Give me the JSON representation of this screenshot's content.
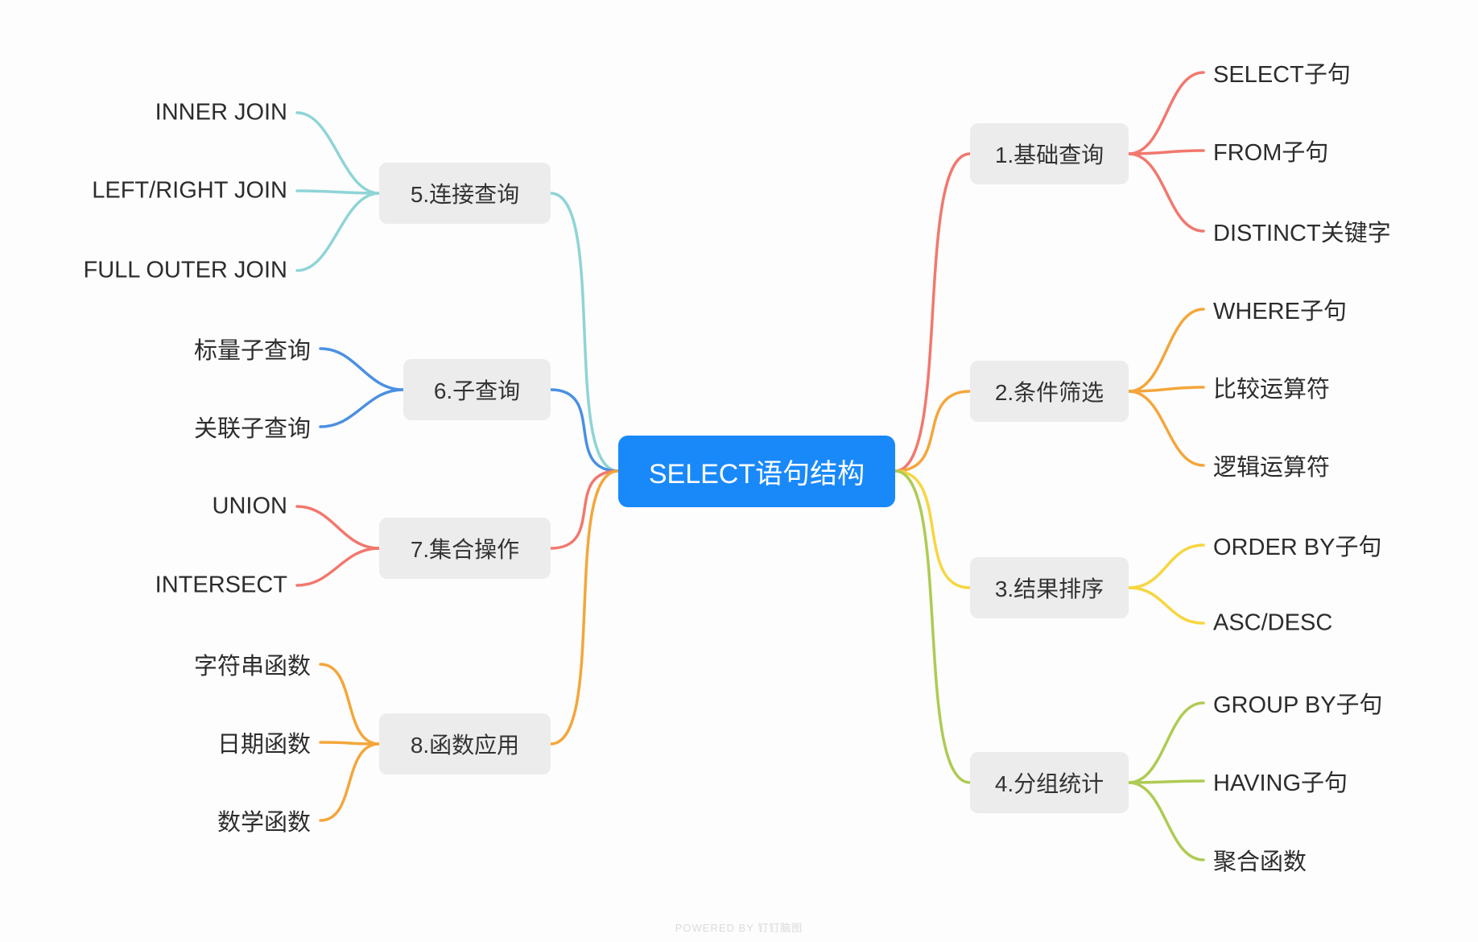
{
  "root": {
    "label": "SELECT语句结构",
    "bg_color": "#1989fa",
    "text_color": "#ffffff"
  },
  "node_bg_color": "#ececec",
  "branches": [
    {
      "label": "1.基础查询",
      "color": "#f1786e",
      "side": "right",
      "children": [
        "SELECT子句",
        "FROM子句",
        "DISTINCT关键字"
      ]
    },
    {
      "label": "2.条件筛选",
      "color": "#f4a63b",
      "side": "right",
      "children": [
        "WHERE子句",
        "比较运算符",
        "逻辑运算符"
      ]
    },
    {
      "label": "3.结果排序",
      "color": "#f7d63f",
      "side": "right",
      "children": [
        "ORDER BY子句",
        "ASC/DESC"
      ]
    },
    {
      "label": "4.分组统计",
      "color": "#aecb53",
      "side": "right",
      "children": [
        "GROUP BY子句",
        "HAVING子句",
        "聚合函数"
      ]
    },
    {
      "label": "5.连接查询",
      "color": "#8fd4d6",
      "side": "left",
      "children": [
        "INNER JOIN",
        "LEFT/RIGHT JOIN",
        "FULL OUTER JOIN"
      ]
    },
    {
      "label": "6.子查询",
      "color": "#4a90e2",
      "side": "left",
      "children": [
        "标量子查询",
        "关联子查询"
      ]
    },
    {
      "label": "7.集合操作",
      "color": "#f1786e",
      "side": "left",
      "children": [
        "UNION",
        "INTERSECT"
      ]
    },
    {
      "label": "8.函数应用",
      "color": "#f4a63b",
      "side": "left",
      "children": [
        "字符串函数",
        "日期函数",
        "数学函数"
      ]
    }
  ],
  "footer": {
    "watermark": "POWERED BY 钉钉脑图"
  }
}
